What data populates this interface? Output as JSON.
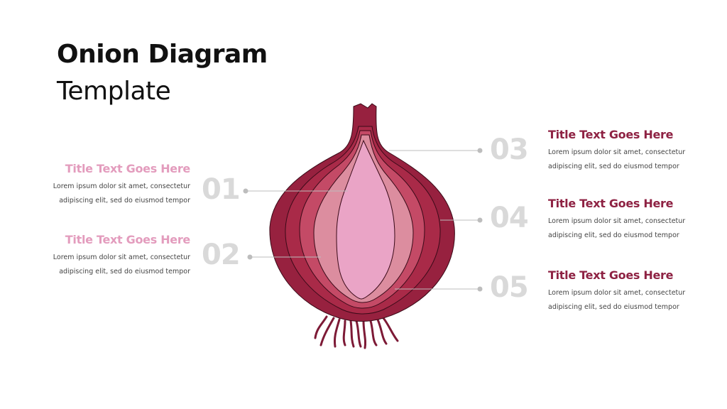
{
  "header": {
    "title_bold": "Onion Diagram",
    "title_light": "Template"
  },
  "colors": {
    "accent_pink": "#e39cbd",
    "accent_maroon": "#8e2243",
    "number_gray": "#d9d9d9",
    "layer_outer": "#97213f",
    "layer_2": "#a92a48",
    "layer_3": "#c44a66",
    "layer_4": "#dc8d9f",
    "layer_core": "#eaa4c6"
  },
  "items": [
    {
      "number": "01",
      "title": "Title Text Goes Here",
      "body_line1": "Lorem  ipsum dolor sit amet, consectetur",
      "body_line2": "adipiscing elit, sed do eiusmod tempor"
    },
    {
      "number": "02",
      "title": "Title Text Goes Here",
      "body_line1": "Lorem  ipsum dolor sit amet, consectetur",
      "body_line2": "adipiscing elit, sed do eiusmod tempor"
    },
    {
      "number": "03",
      "title": "Title Text Goes Here",
      "body_line1": "Lorem  ipsum dolor sit amet, consectetur",
      "body_line2": "adipiscing elit, sed do eiusmod tempor"
    },
    {
      "number": "04",
      "title": "Title Text Goes Here",
      "body_line1": "Lorem  ipsum dolor sit amet, consectetur",
      "body_line2": "adipiscing elit, sed do eiusmod tempor"
    },
    {
      "number": "05",
      "title": "Title Text Goes Here",
      "body_line1": "Lorem  ipsum dolor sit amet, consectetur",
      "body_line2": "adipiscing elit, sed do eiusmod tempor"
    }
  ]
}
